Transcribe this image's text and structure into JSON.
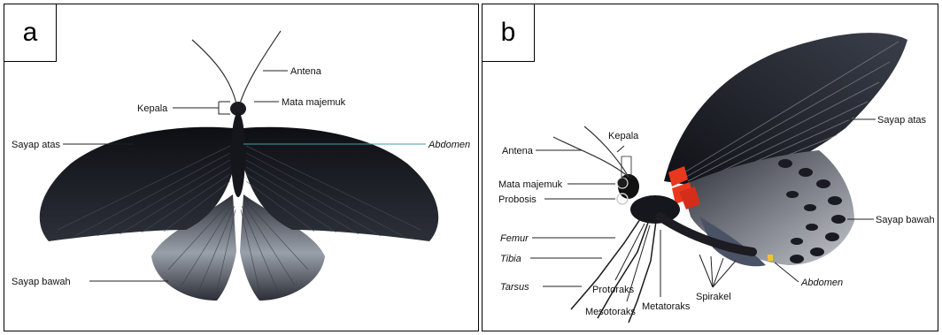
{
  "panel_a": {
    "letter": "a",
    "labels": {
      "antena": "Antena",
      "kepala": "Kepala",
      "mata_majemuk": "Mata majemuk",
      "sayap_atas": "Sayap atas",
      "abdomen": "Abdomen",
      "sayap_bawah": "Sayap bawah"
    }
  },
  "panel_b": {
    "letter": "b",
    "labels": {
      "kepala": "Kepala",
      "antena": "Antena",
      "mata_majemuk": "Mata majemuk",
      "probosis": "Probosis",
      "femur": "Femur",
      "tibia": "Tibia",
      "tarsus": "Tarsus",
      "protoraks": "Protoraks",
      "mesotoraks": "Mesotoraks",
      "metatoraks": "Metatoraks",
      "spirakel": "Spirakel",
      "abdomen": "Abdomen",
      "sayap_atas": "Sayap atas",
      "sayap_bawah": "Sayap bawah"
    }
  },
  "colors": {
    "wing_dark": "#14161c",
    "wing_vein": "#6b7280",
    "hindwing_silver": "#b8bcc4",
    "red_patch": "#e8381e",
    "spot_dark": "#1a1a22"
  }
}
